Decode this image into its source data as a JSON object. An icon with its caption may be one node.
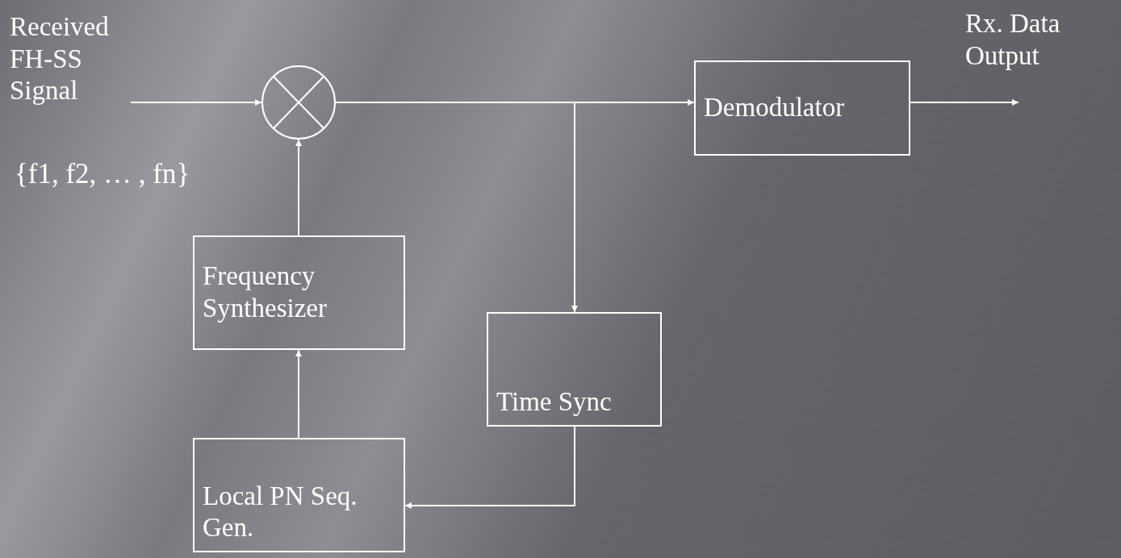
{
  "diagram": {
    "nodes": [
      {
        "text": [
          "Received FH-SS Signal"
        ]
      },
      {
        "text": [],
        "shape": "circle"
      },
      {
        "text": [
          "Demodulator"
        ]
      },
      {
        "text": [
          "Rx. Data Output"
        ]
      },
      {
        "text": [
          "Frequency Synthesizer"
        ]
      },
      {
        "text": [
          "Time Sync"
        ]
      },
      {
        "text": [
          "Local PN Seq. Gen."
        ]
      }
    ],
    "edges": [
      {
        "from": 0,
        "to": 1,
        "arrow": "to"
      },
      {
        "from": 1,
        "to": 2,
        "arrow": "to"
      },
      {
        "from": 1,
        "to": 5,
        "arrow": "to"
      },
      {
        "from": 2,
        "to": 3,
        "arrow": "to"
      },
      {
        "from": 4,
        "to": 1,
        "arrow": "to"
      },
      {
        "from": 6,
        "to": 4,
        "arrow": "to"
      },
      {
        "from": 5,
        "to": 6,
        "arrow": "to"
      }
    ],
    "labels": [
      "{f1, f2, … , fn}"
    ]
  }
}
